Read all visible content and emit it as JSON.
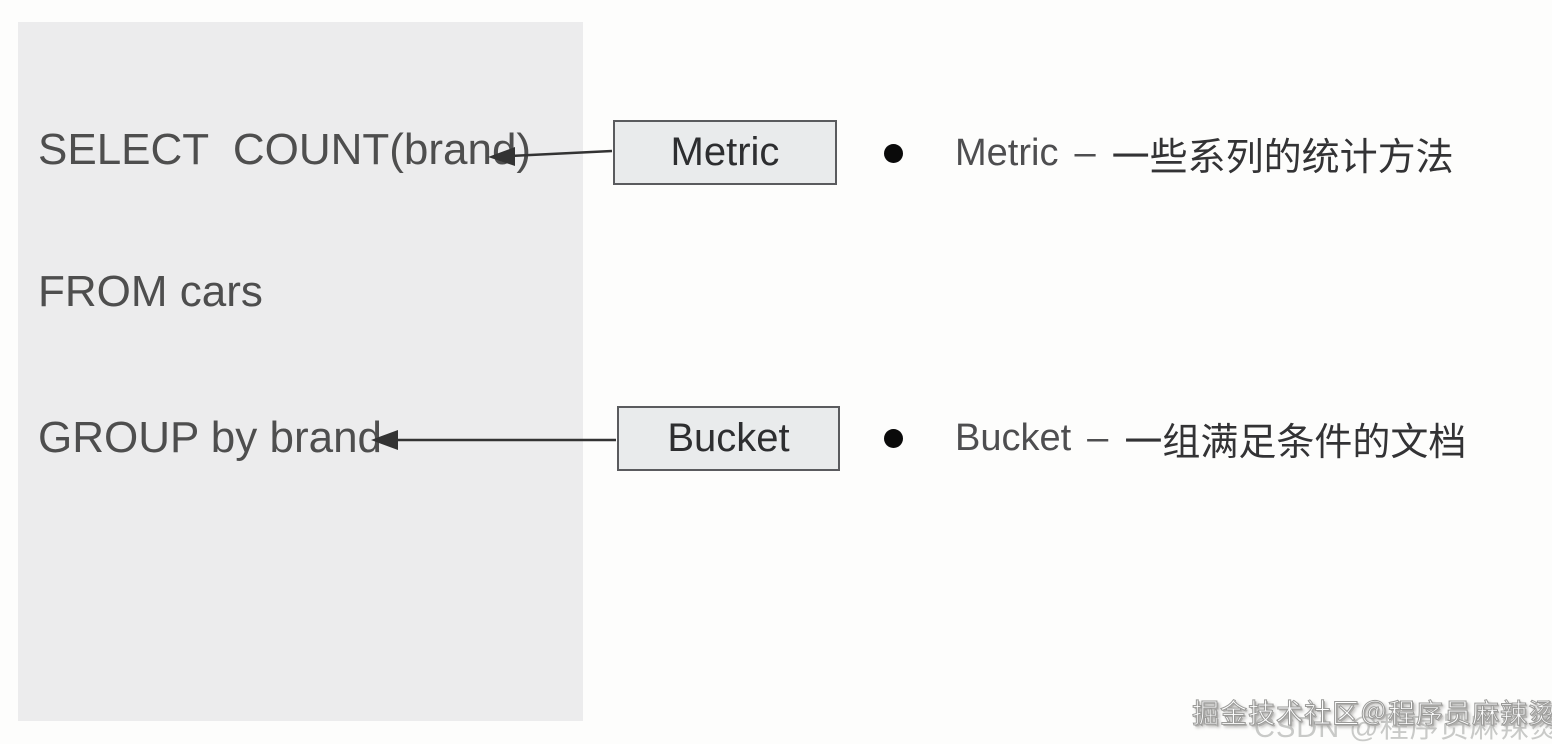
{
  "sql_panel": {
    "lines": [
      {
        "text": "SELECT  COUNT(brand)"
      },
      {
        "text": "FROM cars"
      },
      {
        "text": "GROUP by brand"
      }
    ]
  },
  "boxes": {
    "metric": "Metric",
    "bucket": "Bucket"
  },
  "bullets": [
    {
      "term": "Metric",
      "dash": "–",
      "desc": "一些系列的统计方法"
    },
    {
      "term": "Bucket",
      "dash": "–",
      "desc": "一组满足条件的文档"
    }
  ],
  "watermark": {
    "front": "掘金技术社区＠程序员麻辣烫",
    "back": "CSDN @程序员麻辣烫"
  },
  "colors": {
    "page_bg": "#fdfdfc",
    "panel_bg": "#ececed",
    "sql_text": "#4e4e4e",
    "box_bg": "#e9ebec",
    "box_border": "#5a5b5e",
    "box_text": "#2d2e30",
    "arrow": "#333333",
    "bullet_dot": "#0a0a0a",
    "bullet_term": "#4e4e50",
    "bullet_desc": "#333335",
    "watermark_front": "#ffffff",
    "watermark_stroke": "#9a9a98",
    "watermark_back": "#c9cac8"
  }
}
